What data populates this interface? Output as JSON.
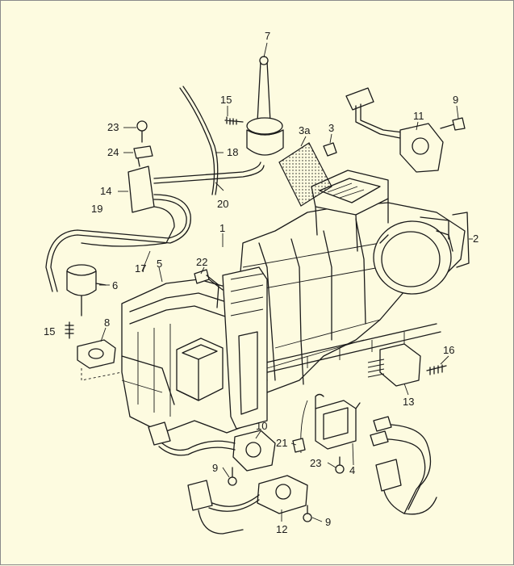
{
  "callouts": [
    {
      "text": "7"
    },
    {
      "text": "15"
    },
    {
      "text": "3a"
    },
    {
      "text": "3"
    },
    {
      "text": "9"
    },
    {
      "text": "11"
    },
    {
      "text": "23"
    },
    {
      "text": "24"
    },
    {
      "text": "18"
    },
    {
      "text": "14"
    },
    {
      "text": "20"
    },
    {
      "text": "19"
    },
    {
      "text": "1"
    },
    {
      "text": "2"
    },
    {
      "text": "17"
    },
    {
      "text": "5"
    },
    {
      "text": "22"
    },
    {
      "text": "6"
    },
    {
      "text": "15"
    },
    {
      "text": "8"
    },
    {
      "text": "16"
    },
    {
      "text": "13"
    },
    {
      "text": "10"
    },
    {
      "text": "21"
    },
    {
      "text": "9"
    },
    {
      "text": "23"
    },
    {
      "text": "4"
    },
    {
      "text": "12"
    },
    {
      "text": "9"
    }
  ]
}
